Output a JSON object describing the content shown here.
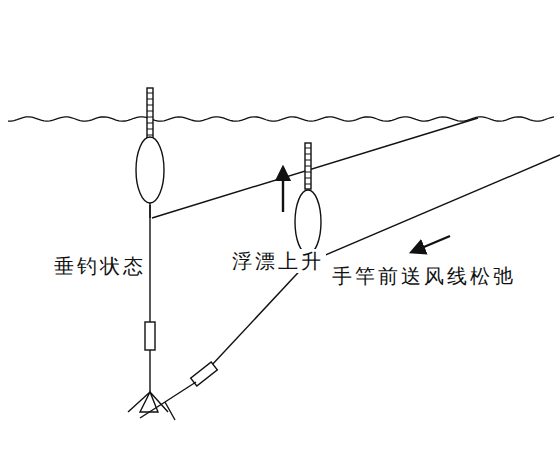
{
  "diagram": {
    "labels": [
      "垂钓状态",
      "浮漂上升",
      "手竿前送风线松弛"
    ]
  }
}
